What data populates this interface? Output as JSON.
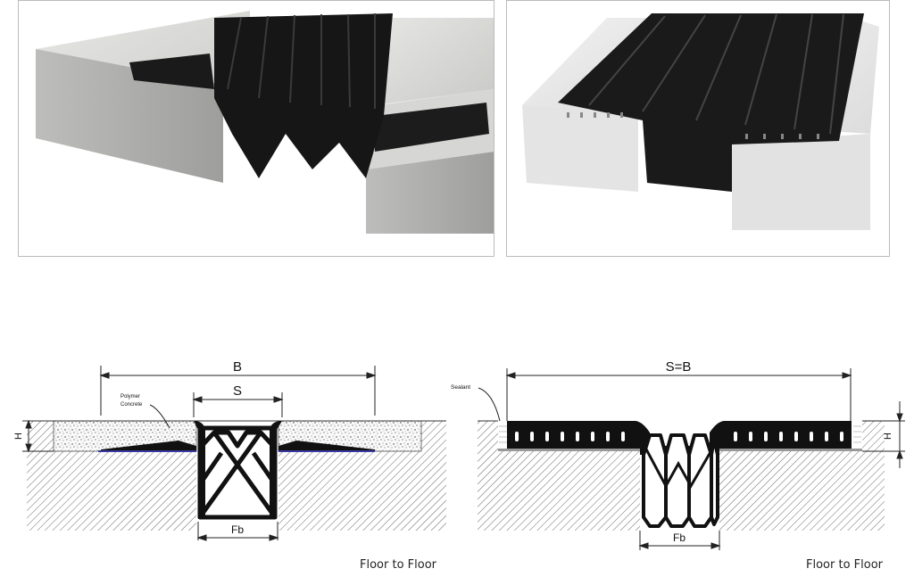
{
  "photos": [
    {
      "name": "floor-joint-with-polymer-concrete-photo"
    },
    {
      "name": "floor-joint-surface-mounted-photo"
    }
  ],
  "diagram_left": {
    "dim_overall": "B",
    "dim_gap": "S",
    "dim_bottom": "Fb",
    "dim_height": "H",
    "callout_line1": "Polymer",
    "callout_line2": "Concrete",
    "caption": "Floor to Floor"
  },
  "diagram_right": {
    "dim_overall": "S=B",
    "dim_bottom": "Fb",
    "dim_height": "H",
    "callout": "Sealant",
    "caption": "Floor to Floor"
  },
  "colors": {
    "rubber": "#111111",
    "concrete_light": "#d4d4d2",
    "membrane": "#3a3aa0",
    "hatch": "#555555"
  }
}
